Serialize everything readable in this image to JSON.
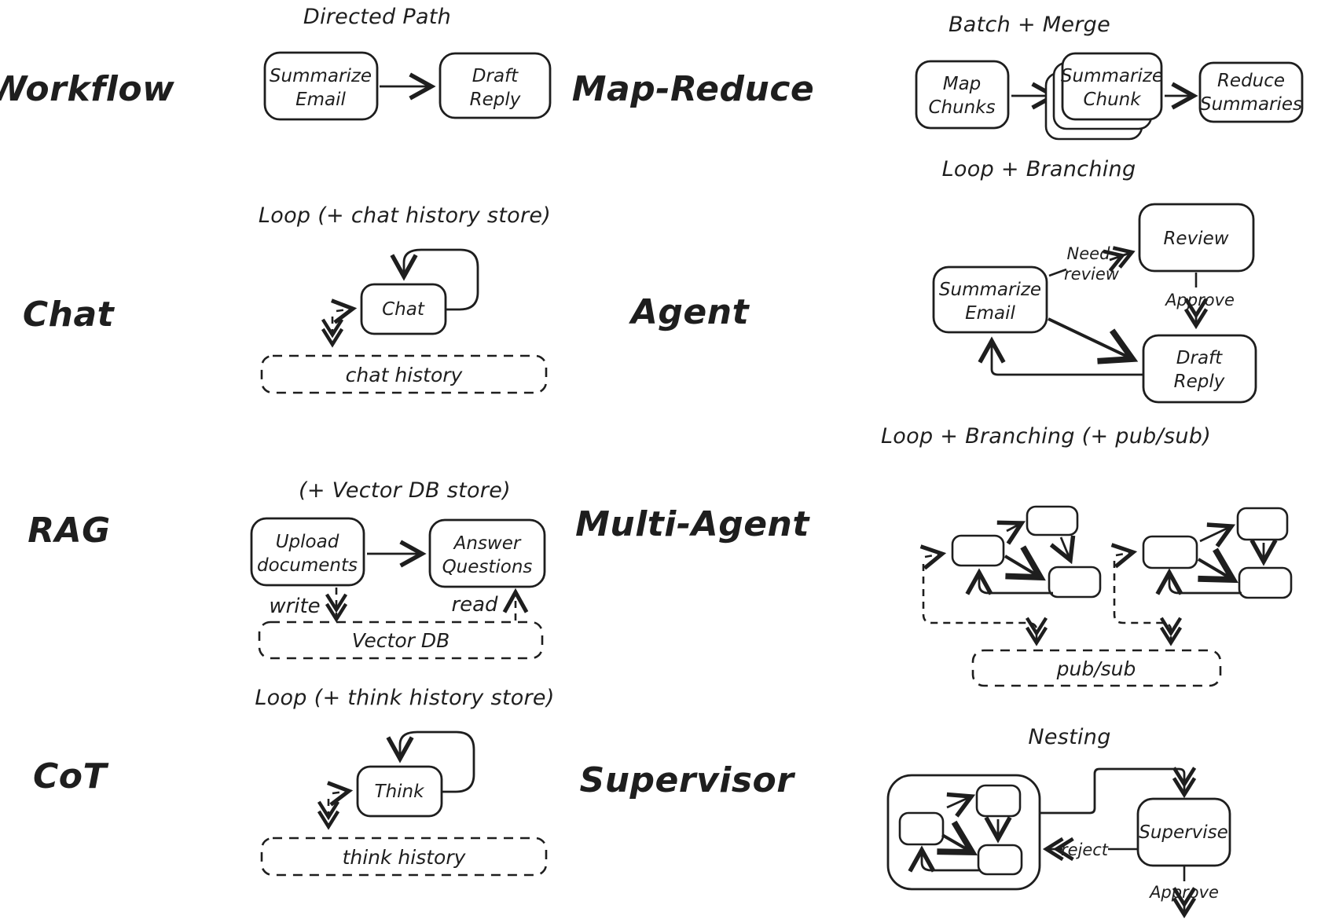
{
  "colors": {
    "ink": "#1e1e1e",
    "background": "#ffffff"
  },
  "sections": {
    "workflow": {
      "label": "Workflow",
      "title": "Directed Path",
      "nodes": {
        "summarize_email": [
          "Summarize",
          "Email"
        ],
        "draft_reply": [
          "Draft",
          "Reply"
        ]
      }
    },
    "map_reduce": {
      "label": "Map-Reduce",
      "title": "Batch + Merge",
      "nodes": {
        "map_chunks": [
          "Map",
          "Chunks"
        ],
        "summarize_chunk": [
          "Summarize",
          "Chunk"
        ],
        "reduce_summaries": [
          "Reduce",
          "Summaries"
        ]
      }
    },
    "chat": {
      "label": "Chat",
      "title": "Loop (+ chat history store)",
      "nodes": {
        "chat": "Chat"
      },
      "store": "chat history"
    },
    "agent": {
      "label": "Agent",
      "title": "Loop + Branching",
      "nodes": {
        "review": "Review",
        "summarize_email": [
          "Summarize",
          "Email"
        ],
        "draft_reply": [
          "Draft",
          "Reply"
        ]
      },
      "edges": {
        "need_review": [
          "Need",
          "review"
        ],
        "approve": "Approve"
      }
    },
    "rag": {
      "label": "RAG",
      "title": "(+ Vector DB store)",
      "nodes": {
        "upload": [
          "Upload",
          "documents"
        ],
        "answer": [
          "Answer",
          "Questions"
        ]
      },
      "edges": {
        "write": "write",
        "read": "read"
      },
      "store": "Vector DB"
    },
    "multi_agent": {
      "label": "Multi-Agent",
      "title": "Loop + Branching (+ pub/sub)",
      "store": "pub/sub"
    },
    "cot": {
      "label": "CoT",
      "title": "Loop (+ think history store)",
      "nodes": {
        "think": "Think"
      },
      "store": "think history"
    },
    "supervisor": {
      "label": "Supervisor",
      "title": "Nesting",
      "nodes": {
        "supervise": "Supervise"
      },
      "edges": {
        "reject": "reject",
        "approve": "Approve"
      }
    }
  }
}
